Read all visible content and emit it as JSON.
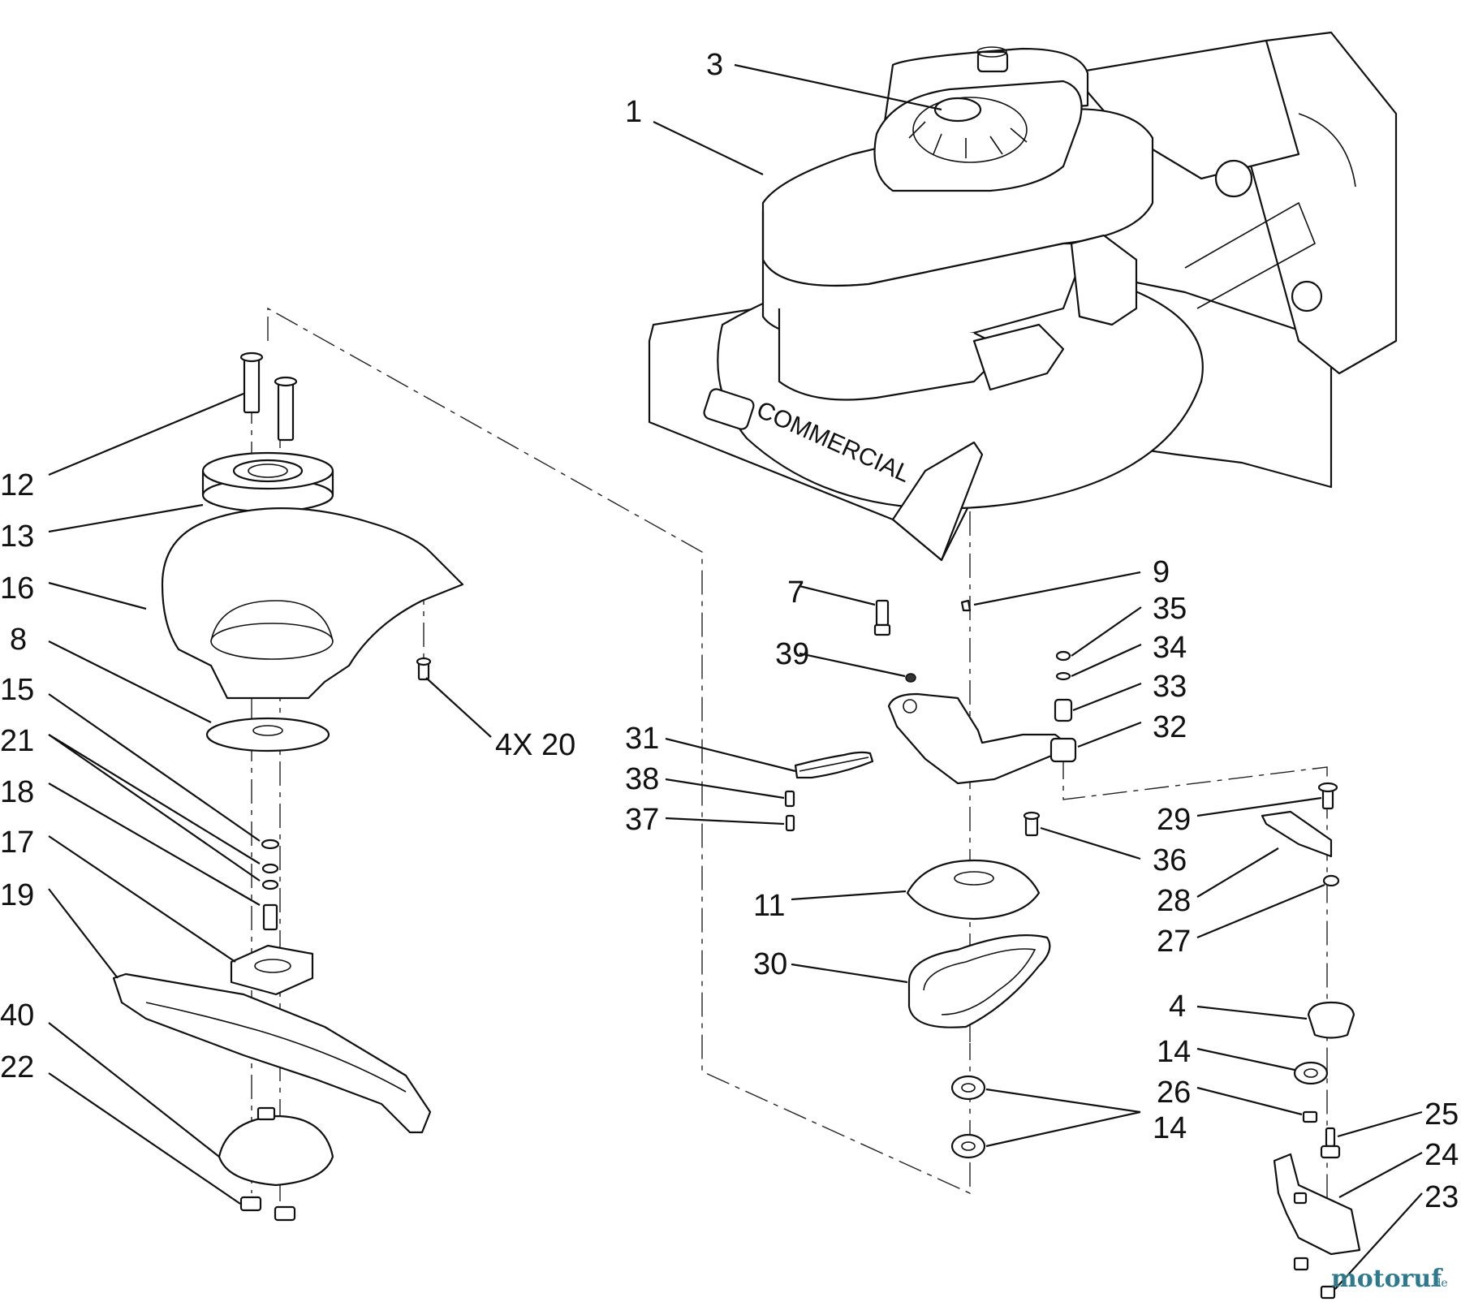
{
  "callouts": [
    {
      "id": "c-3",
      "text": "3"
    },
    {
      "id": "c-1",
      "text": "1"
    },
    {
      "id": "c-12",
      "text": "12"
    },
    {
      "id": "c-13",
      "text": "13"
    },
    {
      "id": "c-16",
      "text": "16"
    },
    {
      "id": "c-8",
      "text": "8"
    },
    {
      "id": "c-15",
      "text": "15"
    },
    {
      "id": "c-21",
      "text": "21"
    },
    {
      "id": "c-18",
      "text": "18"
    },
    {
      "id": "c-17",
      "text": "17"
    },
    {
      "id": "c-19",
      "text": "19"
    },
    {
      "id": "c-40",
      "text": "40"
    },
    {
      "id": "c-22",
      "text": "22"
    },
    {
      "id": "c-4x20",
      "text": "4X 20"
    },
    {
      "id": "c-7",
      "text": "7"
    },
    {
      "id": "c-9",
      "text": "9"
    },
    {
      "id": "c-35",
      "text": "35"
    },
    {
      "id": "c-39",
      "text": "39"
    },
    {
      "id": "c-34",
      "text": "34"
    },
    {
      "id": "c-33",
      "text": "33"
    },
    {
      "id": "c-31",
      "text": "31"
    },
    {
      "id": "c-32",
      "text": "32"
    },
    {
      "id": "c-38",
      "text": "38"
    },
    {
      "id": "c-37",
      "text": "37"
    },
    {
      "id": "c-29",
      "text": "29"
    },
    {
      "id": "c-36",
      "text": "36"
    },
    {
      "id": "c-28",
      "text": "28"
    },
    {
      "id": "c-11",
      "text": "11"
    },
    {
      "id": "c-27",
      "text": "27"
    },
    {
      "id": "c-30",
      "text": "30"
    },
    {
      "id": "c-4",
      "text": "4"
    },
    {
      "id": "c-14a",
      "text": "14"
    },
    {
      "id": "c-26",
      "text": "26"
    },
    {
      "id": "c-14b",
      "text": "14"
    },
    {
      "id": "c-25",
      "text": "25"
    },
    {
      "id": "c-24",
      "text": "24"
    },
    {
      "id": "c-23",
      "text": "23"
    }
  ],
  "deck_label": "COMMERCIAL",
  "watermark": {
    "name": "motoruf",
    "suffix": ".de"
  },
  "colors": {
    "line": "#111111",
    "watermark": "#2e7a8c"
  }
}
